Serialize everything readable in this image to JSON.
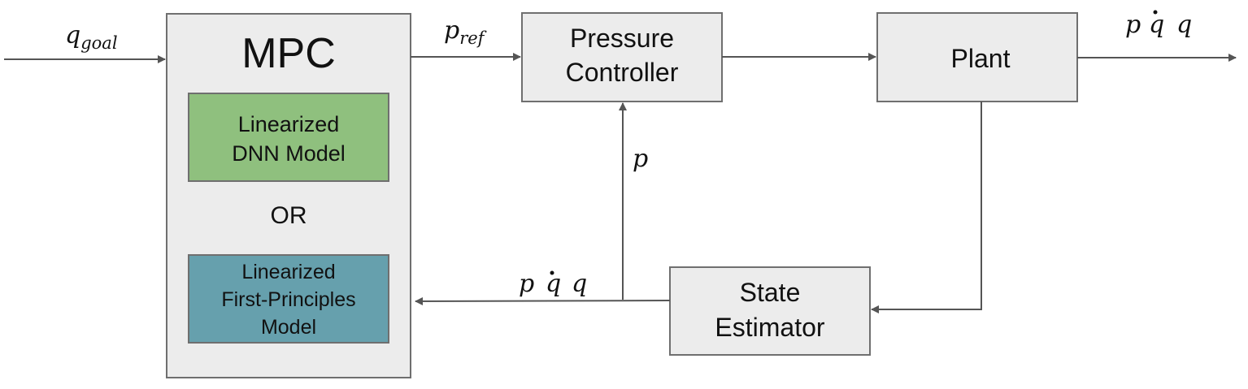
{
  "colors": {
    "block_fill": "#ececec",
    "dnn_model_fill": "#8fc07e",
    "first_principles_fill": "#66a0ad"
  },
  "blocks": {
    "mpc": {
      "title": "MPC"
    },
    "dnn_model": {
      "line1": "Linearized",
      "line2": "DNN Model"
    },
    "or_label": "OR",
    "first_principles": {
      "line1": "Linearized",
      "line2": "First-Principles",
      "line3": "Model"
    },
    "pressure_controller": {
      "line1": "Pressure",
      "line2": "Controller"
    },
    "plant": {
      "title": "Plant"
    },
    "state_estimator": {
      "line1": "State",
      "line2": "Estimator"
    }
  },
  "signals": {
    "q_goal": {
      "base": "q",
      "sub": "goal"
    },
    "p_ref": {
      "base": "p",
      "sub": "ref"
    },
    "output": {
      "p": "p",
      "qdot": "q",
      "q": "q"
    },
    "feedback_p": "p",
    "feedback_state": {
      "p": "p",
      "qdot": "q",
      "q": "q"
    }
  }
}
